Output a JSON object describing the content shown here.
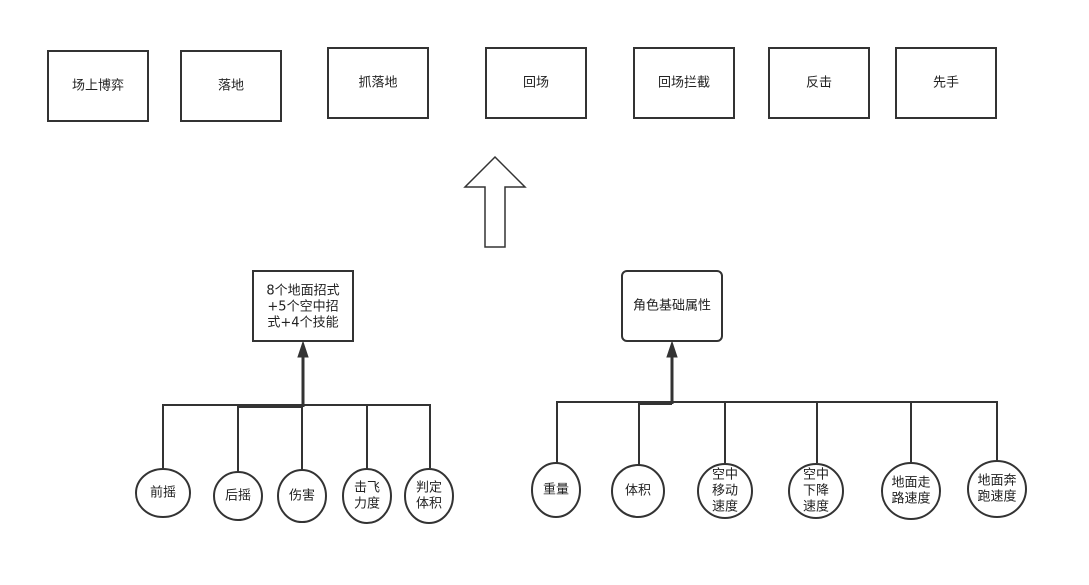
{
  "top_row": [
    {
      "id": "court-game",
      "label": "场上博弈"
    },
    {
      "id": "landing",
      "label": "落地"
    },
    {
      "id": "catch-landing",
      "label": "抓落地"
    },
    {
      "id": "return-to-field",
      "label": "回场"
    },
    {
      "id": "return-intercept",
      "label": "回场拦截"
    },
    {
      "id": "counterattack",
      "label": "反击"
    },
    {
      "id": "initiative",
      "label": "先手"
    }
  ],
  "moves_box": {
    "lines": [
      "8个地面招式",
      "+5个空中招",
      "式+4个技能"
    ]
  },
  "attributes_box": {
    "label": "角色基础属性"
  },
  "move_properties": [
    {
      "id": "startup",
      "lines": [
        "前摇"
      ]
    },
    {
      "id": "recovery",
      "lines": [
        "后摇"
      ]
    },
    {
      "id": "damage",
      "lines": [
        "伤害"
      ]
    },
    {
      "id": "knockback",
      "lines": [
        "击飞",
        "力度"
      ]
    },
    {
      "id": "hitbox",
      "lines": [
        "判定",
        "体积"
      ]
    }
  ],
  "character_attributes": [
    {
      "id": "weight",
      "lines": [
        "重量"
      ]
    },
    {
      "id": "size",
      "lines": [
        "体积"
      ]
    },
    {
      "id": "air-move-speed",
      "lines": [
        "空中",
        "移动",
        "速度"
      ]
    },
    {
      "id": "air-fall-speed",
      "lines": [
        "空中",
        "下降",
        "速度"
      ]
    },
    {
      "id": "ground-walk-speed",
      "lines": [
        "地面走",
        "路速度"
      ]
    },
    {
      "id": "ground-run-speed",
      "lines": [
        "地面奔",
        "跑速度"
      ]
    }
  ]
}
